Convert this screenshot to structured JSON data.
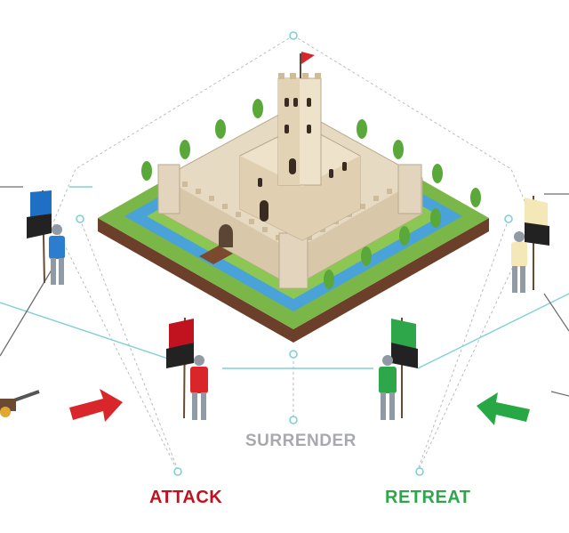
{
  "labels": {
    "surrender": "SURRENDER",
    "attack": "ATTACK",
    "retreat": "RETREAT"
  },
  "icons": [
    "castle-icon",
    "knight-icon",
    "banner-icon",
    "arrow-icon",
    "cannon-icon"
  ],
  "colors": {
    "surrender": "#a7a9ac",
    "attack": "#c1121f",
    "retreat": "#2ea64a",
    "connector": "#7fd0d6",
    "dotted": "#b9bcbe",
    "grass": "#7ab648",
    "moat": "#4aa3d8",
    "stone": "#e3d5bd",
    "blue-banner": "#1f6fc4",
    "red-banner": "#c1121f",
    "green-banner": "#2ea64a",
    "cream-banner": "#f4e7b8",
    "arrow-red": "#d8262a",
    "arrow-green": "#27a844"
  }
}
